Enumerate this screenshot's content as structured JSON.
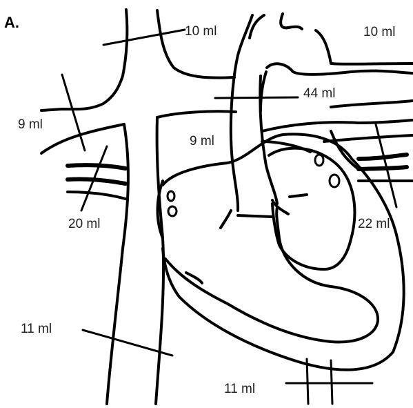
{
  "panel_label": "A.",
  "labels": {
    "top_left": "10 ml",
    "top_right": "10 ml",
    "aorta": "44 ml",
    "left_upper": "9 ml",
    "center": "9 ml",
    "right_pulmonary": "22 ml",
    "left_pulmonary": "20 ml",
    "lower_left": "11 ml",
    "bottom": "11 ml"
  }
}
